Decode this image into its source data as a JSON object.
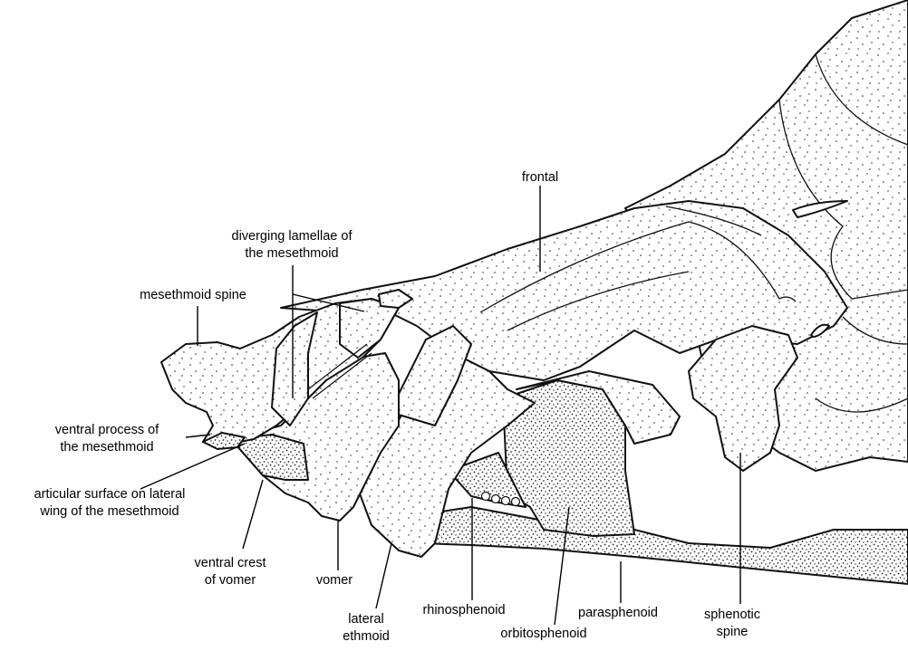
{
  "figure": {
    "labels": {
      "frontal": "frontal",
      "diverging_1": "diverging lamellae of",
      "diverging_2": "the mesethmoid",
      "mesethmoid_spine": "mesethmoid spine",
      "ventral_process_1": "ventral process of",
      "ventral_process_2": "the mesethmoid",
      "articular_1": "articular surface on lateral",
      "articular_2": "wing of the mesethmoid",
      "ventral_crest_1": "ventral crest",
      "ventral_crest_2": "of vomer",
      "vomer": "vomer",
      "lateral_ethmoid_1": "lateral",
      "lateral_ethmoid_2": "ethmoid",
      "rhinosphenoid": "rhinosphenoid",
      "orbitosphenoid": "orbitosphenoid",
      "parasphenoid": "parasphenoid",
      "sphenotic_1": "sphenotic",
      "sphenotic_2": "spine"
    },
    "colors": {
      "ink": "#111111",
      "paper": "#ffffff"
    }
  }
}
